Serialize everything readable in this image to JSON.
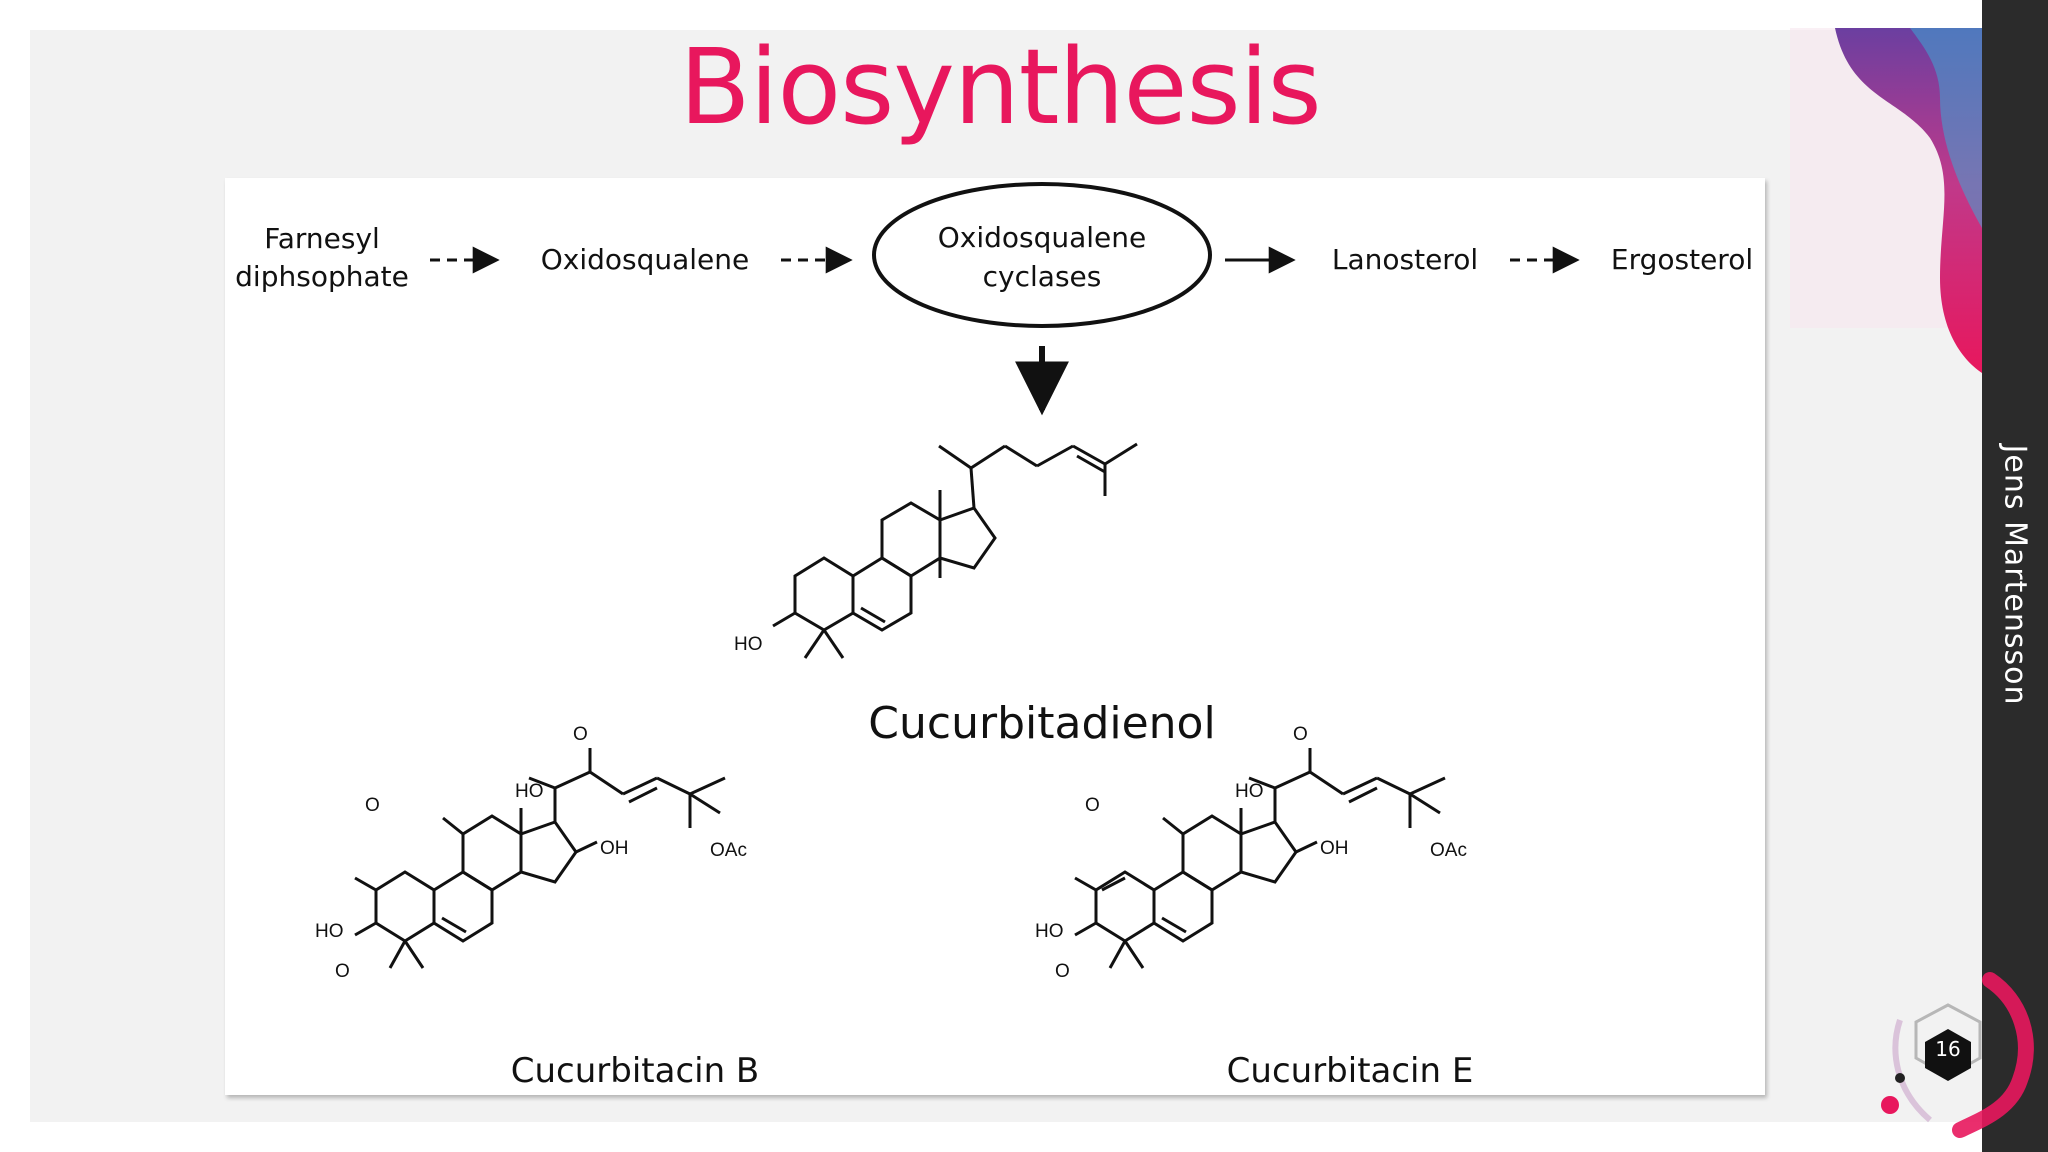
{
  "slide": {
    "title": "Biosynthesis",
    "author": "Jens Martensson",
    "page_number": "16",
    "colors": {
      "title": "#e8175d",
      "sidebar": "#2b2b2b",
      "background": "#f2f2f2"
    }
  },
  "diagram": {
    "pathway": {
      "farnesyl_line1": "Farnesyl",
      "farnesyl_line2": "diphsophate",
      "oxidosqualene": "Oxidosqualene",
      "cyclases_line1": "Oxidosqualene",
      "cyclases_line2": "cyclases",
      "lanosterol": "Lanosterol",
      "ergosterol": "Ergosterol"
    },
    "compounds": {
      "cucurbitadienol": "Cucurbitadienol",
      "cucurbitacin_b": "Cucurbitacin B",
      "cucurbitacin_e": "Cucurbitacin E"
    },
    "atom_labels": {
      "ho": "HO",
      "oh": "OH",
      "o": "O",
      "oac": "OAc"
    }
  }
}
